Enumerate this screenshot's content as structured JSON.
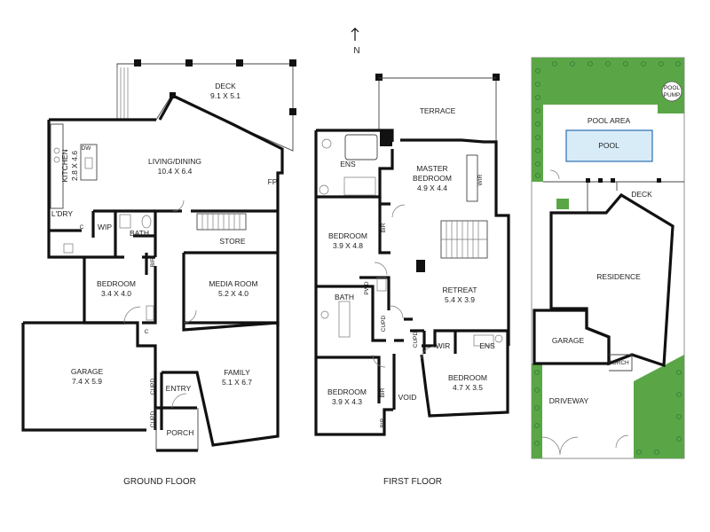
{
  "compass": {
    "label": "N"
  },
  "ground_floor": {
    "caption": "GROUND FLOOR",
    "rooms": {
      "deck": {
        "name": "DECK",
        "size": "9.1 X 5.1"
      },
      "living": {
        "name": "LIVING/DINING",
        "size": "10.4 X 6.4"
      },
      "kitchen": {
        "name": "KITCHEN",
        "size": "2.8 X 4.6"
      },
      "dw": "DW",
      "fp": "FP",
      "laundry": "L'DRY",
      "c1": "C",
      "wip": "WIP",
      "bath": "BATH",
      "store": "STORE",
      "bir": "BIR",
      "bedroom": {
        "name": "BEDROOM",
        "size": "3.4 X 4.0"
      },
      "media": {
        "name": "MEDIA ROOM",
        "size": "5.2 X 4.0"
      },
      "c2": "C",
      "garage": {
        "name": "GARAGE",
        "size": "7.4 X 5.9"
      },
      "family": {
        "name": "FAMILY",
        "size": "5.1 X 6.7"
      },
      "entry": "ENTRY",
      "cupd1": "CUPD",
      "cupd2": "CUPD",
      "porch": "PORCH"
    }
  },
  "first_floor": {
    "caption": "FIRST FLOOR",
    "rooms": {
      "terrace": "TERRACE",
      "ens1": "ENS",
      "master": {
        "name": "MASTER",
        "name2": "BEDROOM",
        "size": "4.9 X 4.4"
      },
      "wir1": "WIR",
      "bedroom1": {
        "name": "BEDROOM",
        "size": "3.9 X 4.8"
      },
      "bir1": "BIR",
      "bath": "BATH",
      "pwd": "PWD",
      "cupd": "CUPD",
      "retreat": {
        "name": "RETREAT",
        "size": "5.4 X 3.9"
      },
      "cupd2": "CUPD",
      "wir2": "WIR",
      "ens2": "ENS",
      "bedroom2": {
        "name": "BEDROOM",
        "size": "3.9 X 4.3"
      },
      "bir2": "BIR",
      "bir3": "BIR",
      "void": "VOID",
      "bedroom3": {
        "name": "BEDROOM",
        "size": "4.7 X 3.5"
      }
    }
  },
  "site_plan": {
    "pool_pump": {
      "line1": "POOL",
      "line2": "PUMP"
    },
    "pool_area": "POOL AREA",
    "pool": "POOL",
    "deck": "DECK",
    "residence": "RESIDENCE",
    "garage": "GARAGE",
    "porch": "PORCH",
    "driveway": "DRIVEWAY",
    "colors": {
      "lawn": "#5aa647",
      "pool": "#d8ecf8",
      "pool_stroke": "#2a6fb0",
      "hedge_dot": "#2e7d32"
    }
  }
}
